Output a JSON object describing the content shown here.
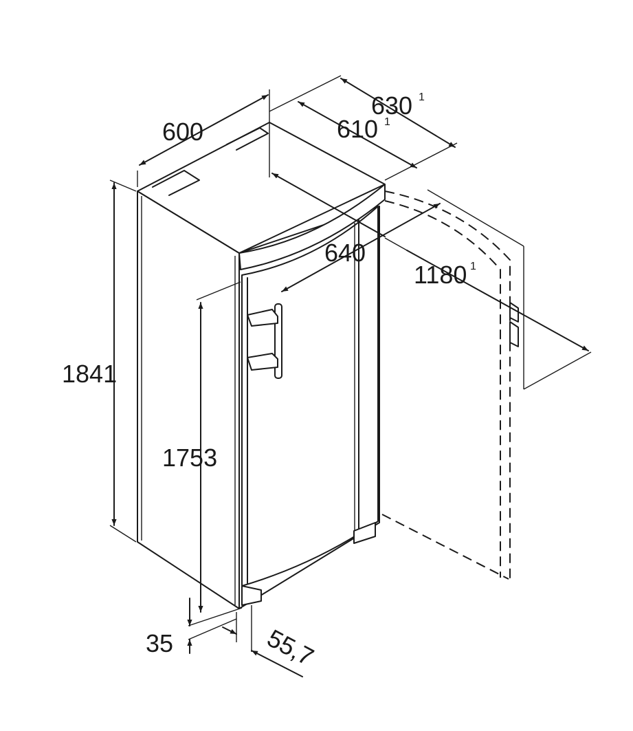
{
  "dimensions": {
    "width": "600",
    "depth_630": "630",
    "depth_630_sup": "1",
    "depth_610": "610",
    "depth_610_sup": "1",
    "depth_640": "640",
    "open_1180": "1180",
    "open_1180_sup": "1",
    "height_total": "1841",
    "height_door": "1753",
    "feet": "35",
    "offset": "55,7"
  },
  "colors": {
    "line": "#1a1a1a",
    "background": "#ffffff"
  }
}
